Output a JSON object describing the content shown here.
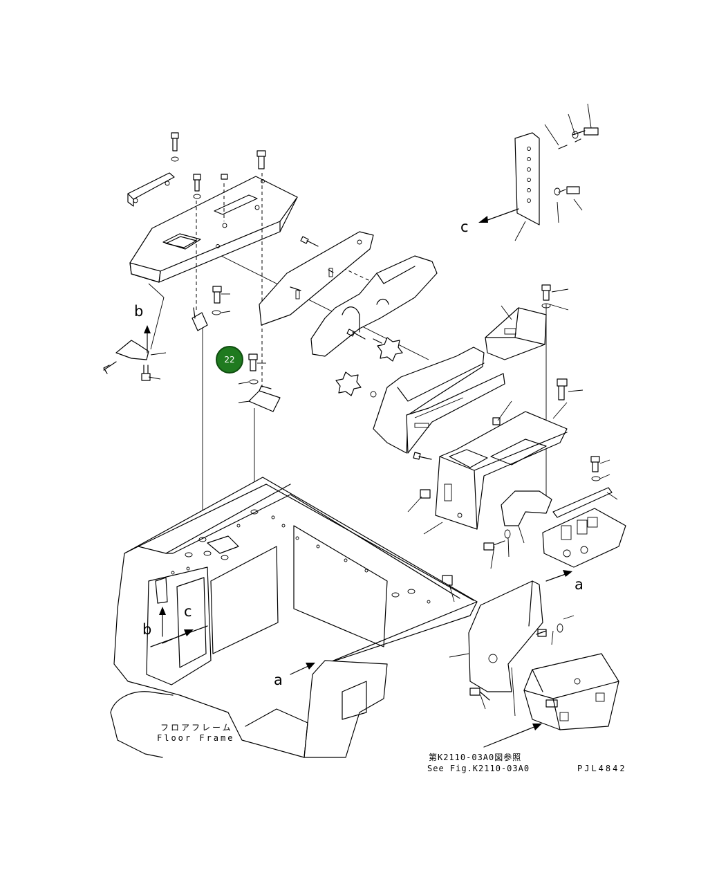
{
  "diagram": {
    "callouts": {
      "a": "a",
      "b": "b",
      "c": "c"
    },
    "floor_frame_jp": "フロアフレーム",
    "floor_frame_en": "Floor Frame",
    "see_fig_jp": "第K2110-03A0図参照",
    "see_fig_en": "See Fig.K2110-03A0",
    "drawing_id": "PJL4842",
    "highlight_part": "22",
    "colors": {
      "line": "#000000",
      "background": "#ffffff",
      "badge_fill": "#1f7a1f"
    }
  }
}
